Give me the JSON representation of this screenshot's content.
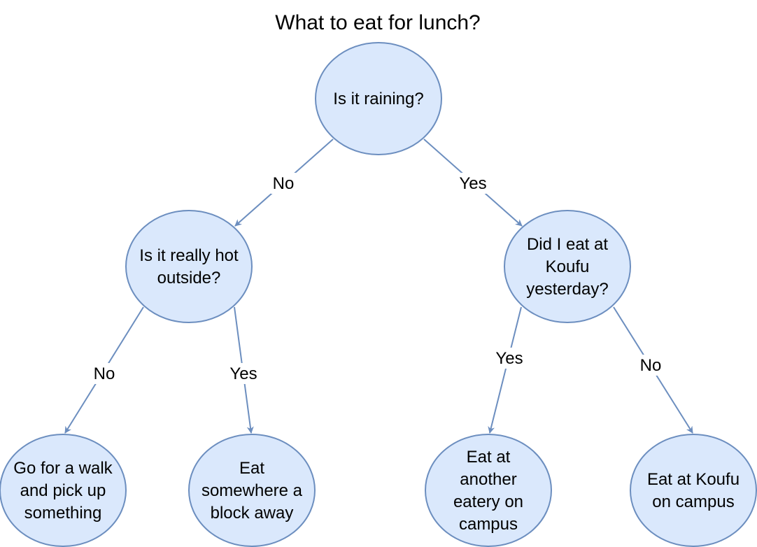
{
  "title": "What to eat for lunch?",
  "colors": {
    "node_fill": "#dae8fc",
    "node_stroke": "#6c8ebf",
    "edge": "#6c8ebf",
    "text": "#000000"
  },
  "nodes": [
    {
      "id": "raining",
      "lines": [
        "Is it raining?"
      ]
    },
    {
      "id": "hot",
      "lines": [
        "Is it really hot",
        "outside?"
      ]
    },
    {
      "id": "koufu-yesterday",
      "lines": [
        "Did I eat at",
        "Koufu",
        "yesterday?"
      ]
    },
    {
      "id": "walk",
      "lines": [
        "Go for a walk",
        "and pick up",
        "something"
      ]
    },
    {
      "id": "block-away",
      "lines": [
        "Eat",
        "somewhere a",
        "block away"
      ]
    },
    {
      "id": "another-eatery",
      "lines": [
        "Eat at",
        "another",
        "eatery on",
        "campus"
      ]
    },
    {
      "id": "koufu-campus",
      "lines": [
        "Eat at Koufu",
        "on campus"
      ]
    }
  ],
  "edges": [
    {
      "from": "raining",
      "to": "hot",
      "label": "No"
    },
    {
      "from": "raining",
      "to": "koufu-yesterday",
      "label": "Yes"
    },
    {
      "from": "hot",
      "to": "walk",
      "label": "No"
    },
    {
      "from": "hot",
      "to": "block-away",
      "label": "Yes"
    },
    {
      "from": "koufu-yesterday",
      "to": "another-eatery",
      "label": "Yes"
    },
    {
      "from": "koufu-yesterday",
      "to": "koufu-campus",
      "label": "No"
    }
  ]
}
